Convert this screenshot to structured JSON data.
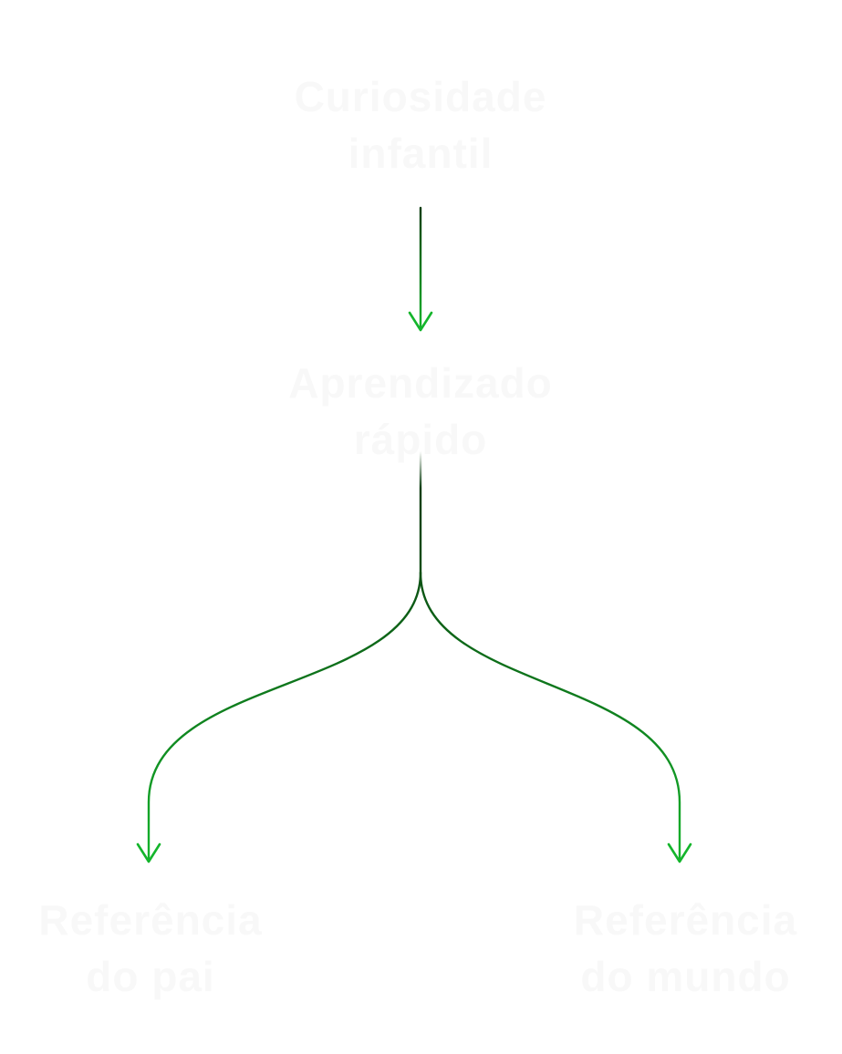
{
  "diagram": {
    "nodes": {
      "top": {
        "line1": "Curiosidade",
        "line2": "infantil"
      },
      "middle": {
        "line1": "Aprendizado",
        "line2": "rápido"
      },
      "left": {
        "line1": "Referência",
        "line2": "do pai"
      },
      "right": {
        "line1": "Referência",
        "line2": "do mundo"
      }
    },
    "edges": [
      {
        "from": "top",
        "to": "middle"
      },
      {
        "from": "middle",
        "to": "left"
      },
      {
        "from": "middle",
        "to": "right"
      }
    ],
    "colors": {
      "arrow_dark": "#0b4d12",
      "arrow_bright": "#12b52a",
      "node_text": "#f8f8f8",
      "background": "#ffffff"
    }
  }
}
